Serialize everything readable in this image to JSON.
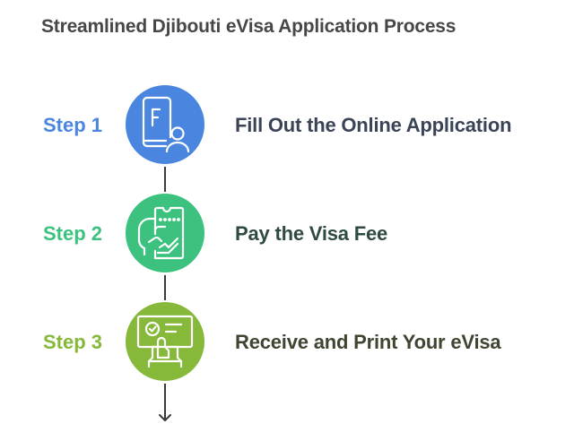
{
  "title": "Streamlined Djibouti eVisa Application Process",
  "steps": [
    {
      "label": "Step 1",
      "text": "Fill Out the Online Application",
      "icon": "form-user-icon",
      "color": "#4A86E0",
      "text_color": "#3A4456"
    },
    {
      "label": "Step 2",
      "text": "Pay the Visa Fee",
      "icon": "hand-ticket-payment-icon",
      "color": "#3CC27E",
      "text_color": "#2F4A3E"
    },
    {
      "label": "Step 3",
      "text": "Receive and Print Your eVisa",
      "icon": "approved-document-screen-icon",
      "color": "#86B83A",
      "text_color": "#3E4530"
    }
  ],
  "colors": {
    "title": "#474747",
    "connector": "#3a3a3a",
    "icon_stroke": "#ffffff"
  }
}
